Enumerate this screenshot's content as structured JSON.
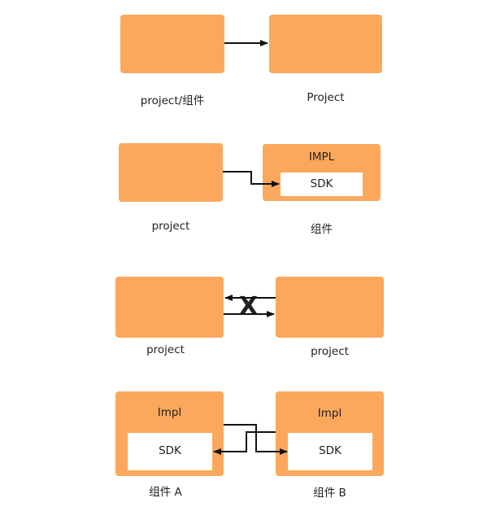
{
  "rows": [
    {
      "left_label": "project/组件",
      "right_label": "Project"
    },
    {
      "left_label": "project",
      "right_label": "组件",
      "right_box_title": "IMPL",
      "right_inner": "SDK"
    },
    {
      "left_label": "project",
      "right_label": "project",
      "blocked_mark": "X"
    },
    {
      "left_label": "组件 A",
      "right_label": "组件 B",
      "left_box_title": "Impl",
      "left_inner": "SDK",
      "right_box_title": "Impl",
      "right_inner": "SDK"
    }
  ],
  "colors": {
    "box": "#fba85c",
    "inner": "#ffffff",
    "arrow": "#111111"
  }
}
